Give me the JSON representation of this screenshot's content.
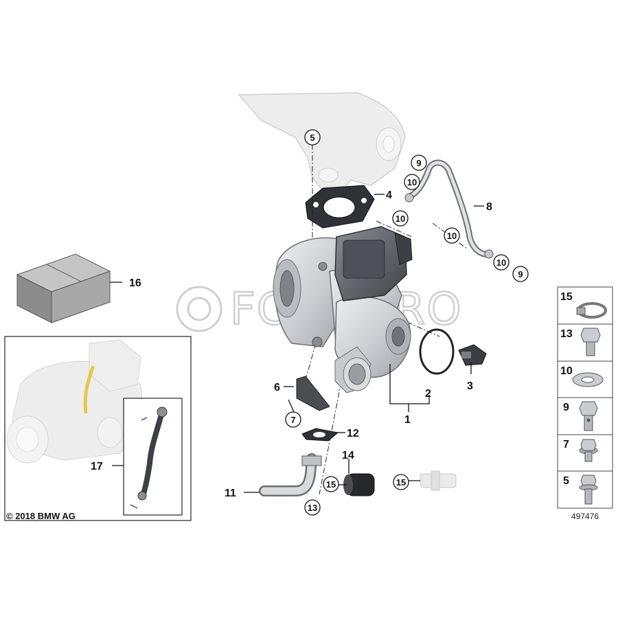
{
  "callouts": {
    "c1": "1",
    "c2": "2",
    "c3": "3",
    "c4": "4",
    "c5": "5",
    "c6": "6",
    "c7": "7",
    "c8": "8",
    "c9a": "9",
    "c9b": "9",
    "c10a": "10",
    "c10b": "10",
    "c10c": "10",
    "c10d": "10",
    "c11": "11",
    "c12": "12",
    "c13": "13",
    "c14": "14",
    "c15a": "15",
    "c15b": "15",
    "c16": "16",
    "c17": "17"
  },
  "legend": {
    "items": [
      {
        "label": "15",
        "icon": "hose-clamp-icon"
      },
      {
        "label": "13",
        "icon": "hex-bolt-icon"
      },
      {
        "label": "10",
        "icon": "sealing-washer-icon"
      },
      {
        "label": "9",
        "icon": "banjo-bolt-icon"
      },
      {
        "label": "7",
        "icon": "flange-bolt-icon"
      },
      {
        "label": "5",
        "icon": "collar-bolt-icon"
      }
    ]
  },
  "copyright": "© 2018 BMW AG",
  "diagram_id": "497476",
  "watermark": "FCP EURO",
  "colors": {
    "part_fill": "#d4d6d8",
    "part_stroke": "#6b6e72",
    "faded": "#ebebeb",
    "actuator": "#5c6066"
  }
}
